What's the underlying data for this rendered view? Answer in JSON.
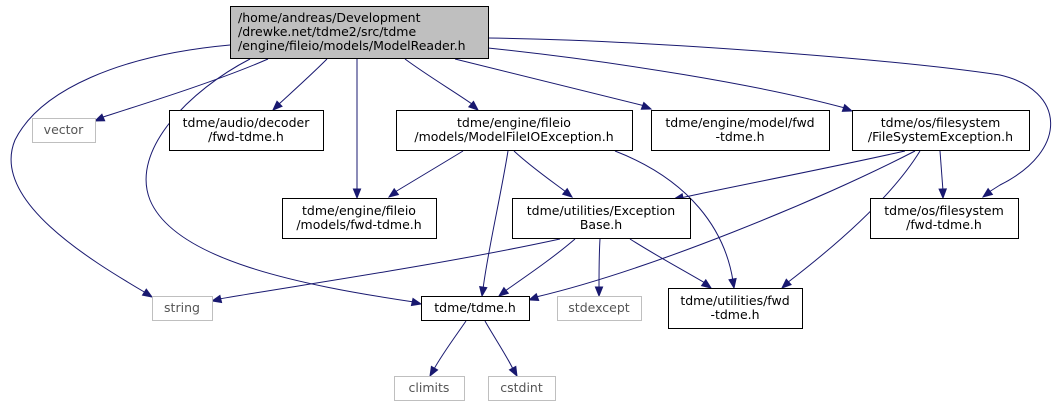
{
  "diagram": {
    "nodes": [
      {
        "id": "root",
        "lines": [
          "/home/andreas/Development",
          "/drewke.net/tdme2/src/tdme",
          "/engine/fileio/models/ModelReader.h"
        ],
        "style": "root"
      },
      {
        "id": "vector",
        "lines": [
          "vector"
        ],
        "style": "external"
      },
      {
        "id": "audio_fwd",
        "lines": [
          "tdme/audio/decoder",
          "/fwd-tdme.h"
        ],
        "style": "header"
      },
      {
        "id": "fileio_ex",
        "lines": [
          "tdme/engine/fileio",
          "/models/ModelFileIOException.h"
        ],
        "style": "header"
      },
      {
        "id": "model_fwd",
        "lines": [
          "tdme/engine/model/fwd",
          "-tdme.h"
        ],
        "style": "header"
      },
      {
        "id": "fs_ex",
        "lines": [
          "tdme/os/filesystem",
          "/FileSystemException.h"
        ],
        "style": "header"
      },
      {
        "id": "fileio_fwd",
        "lines": [
          "tdme/engine/fileio",
          "/models/fwd-tdme.h"
        ],
        "style": "header"
      },
      {
        "id": "ex_base",
        "lines": [
          "tdme/utilities/Exception",
          "Base.h"
        ],
        "style": "header"
      },
      {
        "id": "fs_fwd",
        "lines": [
          "tdme/os/filesystem",
          "/fwd-tdme.h"
        ],
        "style": "header"
      },
      {
        "id": "string",
        "lines": [
          "string"
        ],
        "style": "external"
      },
      {
        "id": "tdme_h",
        "lines": [
          "tdme/tdme.h"
        ],
        "style": "header"
      },
      {
        "id": "stdexcept",
        "lines": [
          "stdexcept"
        ],
        "style": "external"
      },
      {
        "id": "util_fwd",
        "lines": [
          "tdme/utilities/fwd",
          "-tdme.h"
        ],
        "style": "header"
      },
      {
        "id": "climits",
        "lines": [
          "climits"
        ],
        "style": "external"
      },
      {
        "id": "cstdint",
        "lines": [
          "cstdint"
        ],
        "style": "external"
      }
    ],
    "edges": [
      {
        "from": "root",
        "to": "vector"
      },
      {
        "from": "root",
        "to": "audio_fwd"
      },
      {
        "from": "root",
        "to": "fileio_ex"
      },
      {
        "from": "root",
        "to": "model_fwd"
      },
      {
        "from": "root",
        "to": "fs_ex"
      },
      {
        "from": "root",
        "to": "fileio_fwd"
      },
      {
        "from": "root",
        "to": "string"
      },
      {
        "from": "root",
        "to": "tdme_h"
      },
      {
        "from": "root",
        "to": "fs_fwd"
      },
      {
        "from": "fileio_ex",
        "to": "fileio_fwd"
      },
      {
        "from": "fileio_ex",
        "to": "ex_base"
      },
      {
        "from": "fileio_ex",
        "to": "tdme_h"
      },
      {
        "from": "fileio_ex",
        "to": "util_fwd"
      },
      {
        "from": "fs_ex",
        "to": "ex_base"
      },
      {
        "from": "fs_ex",
        "to": "fs_fwd"
      },
      {
        "from": "fs_ex",
        "to": "tdme_h"
      },
      {
        "from": "fs_ex",
        "to": "util_fwd"
      },
      {
        "from": "ex_base",
        "to": "string"
      },
      {
        "from": "ex_base",
        "to": "tdme_h"
      },
      {
        "from": "ex_base",
        "to": "stdexcept"
      },
      {
        "from": "ex_base",
        "to": "util_fwd"
      },
      {
        "from": "tdme_h",
        "to": "climits"
      },
      {
        "from": "tdme_h",
        "to": "cstdint"
      }
    ],
    "colors": {
      "edge": "#191970",
      "root_fill": "#bfbfbf",
      "header_border": "#000000",
      "external_border": "#bfbfbf",
      "external_text": "#555555"
    }
  }
}
